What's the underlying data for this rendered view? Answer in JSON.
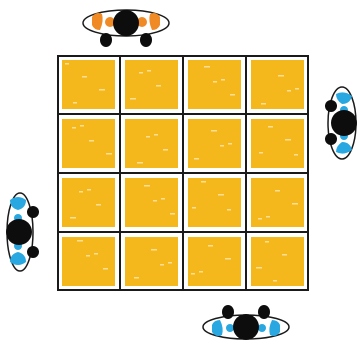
{
  "board": {
    "rows": 4,
    "cols": 4,
    "tile_color": "#f5b81c",
    "line_color": "#1a1a1a",
    "background": "#ffffff"
  },
  "players": [
    {
      "id": "player-top",
      "side": "top",
      "accent_color": "#f08a24"
    },
    {
      "id": "player-right",
      "side": "right",
      "accent_color": "#29a7e1"
    },
    {
      "id": "player-bottom",
      "side": "bottom",
      "accent_color": "#29a7e1"
    },
    {
      "id": "player-left",
      "side": "left",
      "accent_color": "#29a7e1"
    }
  ]
}
